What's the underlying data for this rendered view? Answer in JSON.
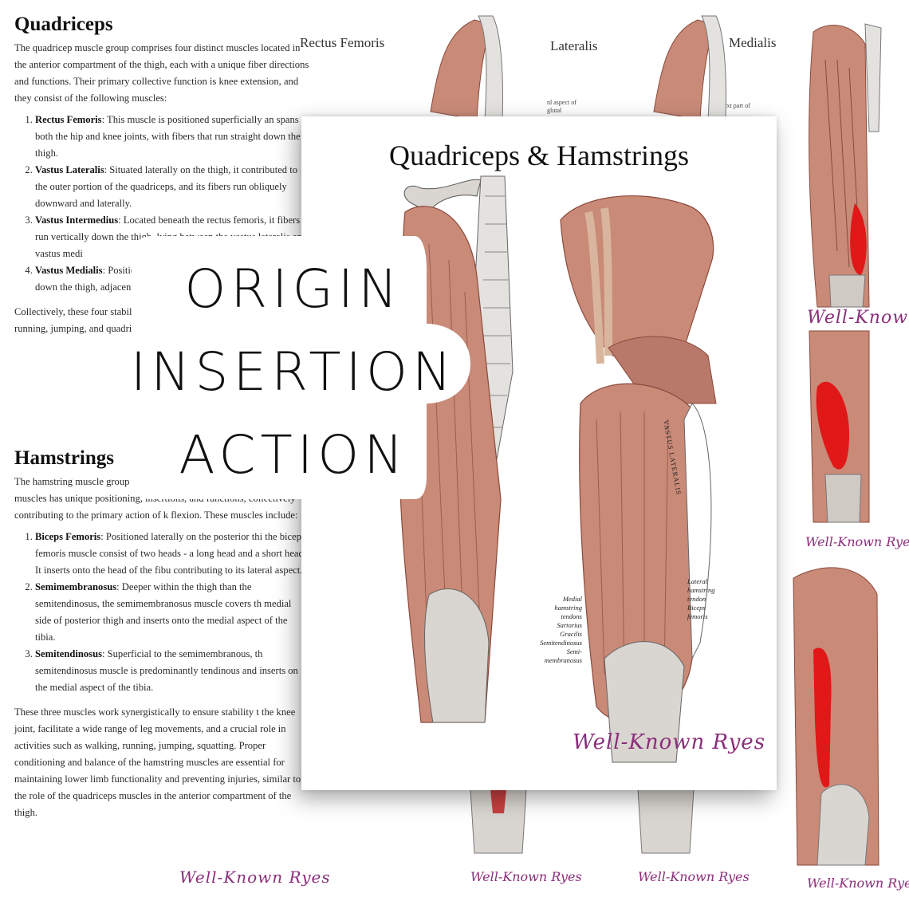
{
  "left_document": {
    "quad_heading": "Quadriceps",
    "quad_intro": "The quadricep muscle group comprises four distinct muscles located in the anterior compartment of the thigh, each with a unique fiber directions and functions. Their primary collective function is knee extension, and they consist of the following muscles:",
    "quad_items": [
      {
        "name": "Rectus Femoris",
        "text": ": This muscle is positioned superficially an spans both the hip and knee joints, with fibers that run straight down the thigh."
      },
      {
        "name": "Vastus Lateralis",
        "text": ": Situated laterally on the thigh, it contributed to the outer portion of the quadriceps, and its fibers run obliquely downward and laterally."
      },
      {
        "name": "Vastus Intermedius",
        "text": ": Located beneath the rectus femoris, it fibers run vertically down the thigh, lying between the vastus lateralis and vastus medi"
      },
      {
        "name": "Vastus Medialis",
        "text": ": Positioned m referred to as the \"teardrop m run down the thigh, adjacent t quadriceps."
      }
    ],
    "quad_outro": "Collectively, these four stability to the knee jo movements, and play running, jumping, and quadriceps with their maintaining lower lim",
    "hams_heading": "Hamstrings",
    "hams_intro": "The hamstring muscle group muscles situated in the posteri of these muscles has unique positioning, insertions, and functions, collectively contributing to the primary action of k flexion. These muscles include:",
    "hams_items": [
      {
        "name": "Biceps Femoris",
        "text": ": Positioned laterally on the posterior thi the biceps femoris muscle consist of two heads - a long head and a short head. It inserts onto the head of the fibu contributing to its lateral aspect."
      },
      {
        "name": "Semimembranosus",
        "text": ": Deeper within the thigh than the semitendinosus, the semimembranosus muscle covers th medial side of posterior thigh and inserts onto the medial aspect of the tibia."
      },
      {
        "name": "Semitendinosus",
        "text": ": Superficial to the semimembranous, th semitendinosus muscle is predominantly tendinous and inserts on the medial aspect of the tibia."
      }
    ],
    "hams_outro": "These three muscles work synergistically to ensure stability t the knee joint, facilitate a wide range of leg movements, and a crucial role in activities such as walking, running, jumping, squatting. Proper conditioning and balance of the hamstring muscles are essential for maintaining lower limb functionality and preventing injuries, similar to the role of the quadriceps muscles in the anterior compartment of the thigh."
  },
  "bg_labels": {
    "rectus": "Rectus Femoris",
    "lateralis": "Lateralis",
    "medialis": "Medialis",
    "small_1": "nl aspect of glutal",
    "small_2": "ext part of"
  },
  "card": {
    "title": "Quadriceps & Hamstrings",
    "labels_left": [
      "Medial",
      "hamstring",
      "tendons",
      "Sartorius",
      "Gracilis",
      "Semitendinosus",
      "Semi-",
      "membranosus"
    ],
    "labels_right": [
      "Lateral",
      "hamstring",
      "tendon",
      "Biceps",
      "femoris"
    ],
    "vertical_label": "VASTUS LATERALIS"
  },
  "overlay": {
    "word1": "ORIGIN",
    "word2": "INSERTION",
    "word3": "ACTION"
  },
  "signature": "Well-Known Ryes",
  "colors": {
    "muscle": "#c98a78",
    "muscle_dark": "#8a4a3c",
    "highlight": "#e01818",
    "bone": "#e4e2df",
    "signature": "#8a2e7a"
  }
}
